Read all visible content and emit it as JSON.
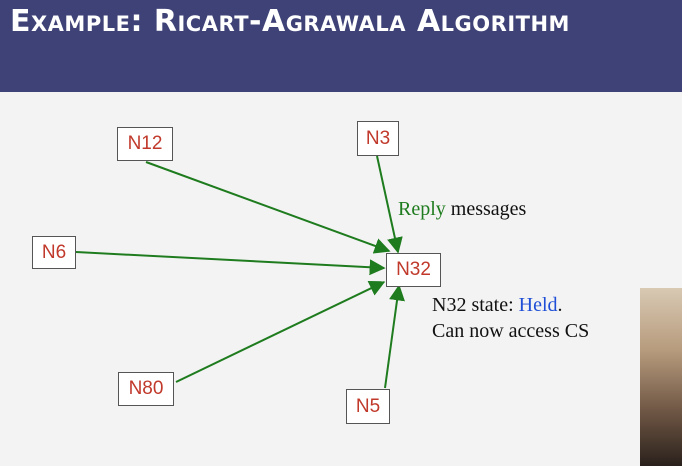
{
  "title": "Example: Ricart-Agrawala Algorithm",
  "nodes": {
    "n12": "N12",
    "n3": "N3",
    "n6": "N6",
    "n32": "N32",
    "n80": "N80",
    "n5": "N5"
  },
  "reply": {
    "word1": "Reply",
    "word2": " messages"
  },
  "state": {
    "line1_prefix": "N32 state: ",
    "line1_value": "Held",
    "line1_suffix": ".",
    "line2": "Can now access CS"
  },
  "colors": {
    "header": "#3f4277",
    "arrow": "#1e7b1e",
    "node_text": "#c0392b",
    "held": "#1f4fd6"
  }
}
